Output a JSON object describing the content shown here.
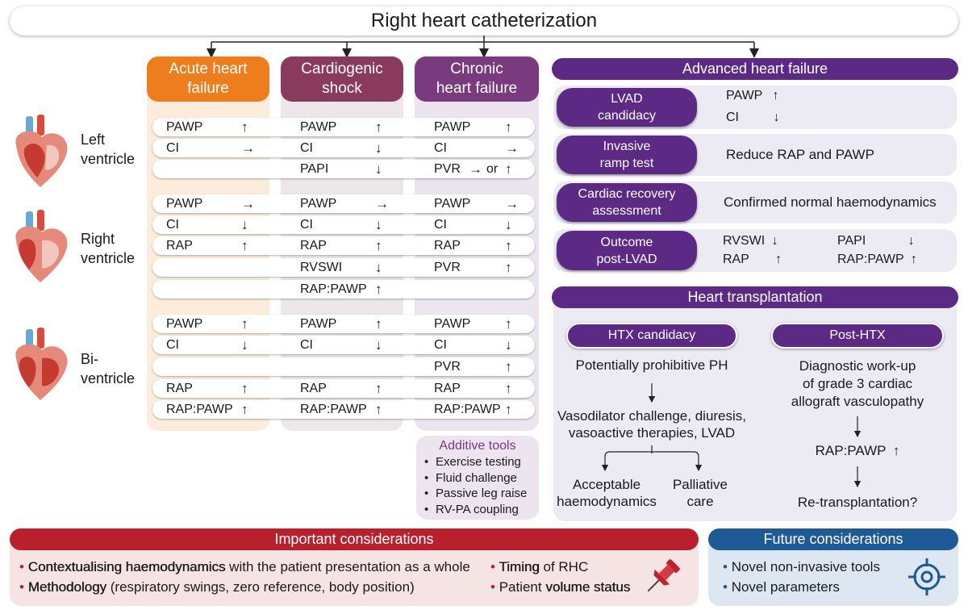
{
  "title": "Right heart catheterization",
  "columns": [
    {
      "label": "Acute heart failure",
      "color": "#ee7d1e",
      "bg": "#fcecdc"
    },
    {
      "label": "Cardiogenic shock",
      "color": "#8a3b5c",
      "bg": "#ede7ea"
    },
    {
      "label": "Chronic heart failure",
      "color": "#7a3a7e",
      "bg": "#ece4ee"
    }
  ],
  "ventricles": [
    {
      "label1": "Left",
      "label2": "ventricle"
    },
    {
      "label1": "Right",
      "label2": "ventricle"
    },
    {
      "label1": "Bi-",
      "label2": "ventricle"
    }
  ],
  "arrows": {
    "up": "↑",
    "down": "↓",
    "right": "→"
  },
  "left_ventricle": {
    "acute": [
      {
        "p": "PAWP",
        "a": "up"
      },
      {
        "p": "CI",
        "a": "right"
      },
      {
        "p": "",
        "a": ""
      }
    ],
    "shock": [
      {
        "p": "PAWP",
        "a": "up"
      },
      {
        "p": "CI",
        "a": "down"
      },
      {
        "p": "PAPI",
        "a": "down"
      }
    ],
    "chronic": [
      {
        "p": "PAWP",
        "a": "up"
      },
      {
        "p": "CI",
        "a": "right"
      },
      {
        "p": "PVR",
        "a": "right",
        "or": "or",
        "a2": "up"
      }
    ]
  },
  "right_ventricle": {
    "acute": [
      {
        "p": "PAWP",
        "a": "right"
      },
      {
        "p": "CI",
        "a": "down"
      },
      {
        "p": "RAP",
        "a": "up"
      },
      {
        "p": "",
        "a": ""
      },
      {
        "p": "",
        "a": ""
      }
    ],
    "shock": [
      {
        "p": "PAWP",
        "a": "right"
      },
      {
        "p": "CI",
        "a": "down"
      },
      {
        "p": "RAP",
        "a": "up"
      },
      {
        "p": "RVSWI",
        "a": "down"
      },
      {
        "p": "RAP:PAWP",
        "a": "up"
      }
    ],
    "chronic": [
      {
        "p": "PAWP",
        "a": "right"
      },
      {
        "p": "CI",
        "a": "down"
      },
      {
        "p": "RAP",
        "a": "up"
      },
      {
        "p": "PVR",
        "a": "up"
      },
      {
        "p": "",
        "a": ""
      }
    ]
  },
  "bi_ventricle": {
    "acute": [
      {
        "p": "PAWP",
        "a": "up"
      },
      {
        "p": "CI",
        "a": "down"
      },
      {
        "p": "",
        "a": ""
      },
      {
        "p": "RAP",
        "a": "up"
      },
      {
        "p": "RAP:PAWP",
        "a": "up"
      }
    ],
    "shock": [
      {
        "p": "PAWP",
        "a": "up"
      },
      {
        "p": "CI",
        "a": "down"
      },
      {
        "p": "",
        "a": ""
      },
      {
        "p": "RAP",
        "a": "up"
      },
      {
        "p": "RAP:PAWP",
        "a": "up"
      }
    ],
    "chronic": [
      {
        "p": "PAWP",
        "a": "up"
      },
      {
        "p": "CI",
        "a": "down"
      },
      {
        "p": "PVR",
        "a": "up"
      },
      {
        "p": "RAP",
        "a": "up"
      },
      {
        "p": "RAP:PAWP",
        "a": "up"
      }
    ]
  },
  "additive_tools": {
    "title": "Additive tools",
    "items": [
      "Exercise testing",
      "Fluid challenge",
      "Passive leg raise",
      "RV-PA coupling"
    ]
  },
  "advanced_hf": {
    "title": "Advanced heart failure",
    "color": "#5c2a84",
    "lvad": {
      "label1": "LVAD",
      "label2": "candidacy",
      "p1": "PAWP",
      "p2": "CI"
    },
    "ramp": {
      "label1": "Invasive",
      "label2": "ramp test",
      "text": "Reduce RAP and PAWP"
    },
    "recovery": {
      "label1": "Cardiac recovery",
      "label2": "assessment",
      "text": "Confirmed normal haemodynamics"
    },
    "outcome": {
      "label1": "Outcome",
      "label2": "post-LVAD",
      "p1": "RVSWI",
      "p2": "RAP",
      "p3": "PAPI",
      "p4": "RAP:PAWP"
    }
  },
  "heart_tx": {
    "title": "Heart transplantation",
    "candidacy": {
      "label": "HTX candidacy",
      "step1": "Potentially prohibitive PH",
      "step2a": "Vasodilator challenge, diuresis,",
      "step2b": "vasoactive therapies, LVAD",
      "out1a": "Acceptable",
      "out1b": "haemodynamics",
      "out2a": "Palliative",
      "out2b": "care"
    },
    "post": {
      "label": "Post-HTX",
      "step1a": "Diagnostic work-up",
      "step1b": "of grade 3 cardiac",
      "step1c": "allograft vasculopathy",
      "step2": "RAP:PAWP",
      "step3": "Re-transplantation?"
    }
  },
  "important": {
    "title": "Important considerations",
    "color": "#b8202e",
    "item1_bold": "Contextualising haemodynamics",
    "item1_rest": " with the patient presentation as a whole",
    "item2_bold": "Methodology",
    "item2_rest": " (respiratory swings, zero reference, body position)",
    "item3_bold": "Timing",
    "item3_rest": " of RHC",
    "item4_pre": "Patient ",
    "item4_bold": "volume status"
  },
  "future": {
    "title": "Future considerations",
    "color": "#1e5a96",
    "items": [
      "Novel non-invasive tools",
      "Novel parameters"
    ]
  }
}
